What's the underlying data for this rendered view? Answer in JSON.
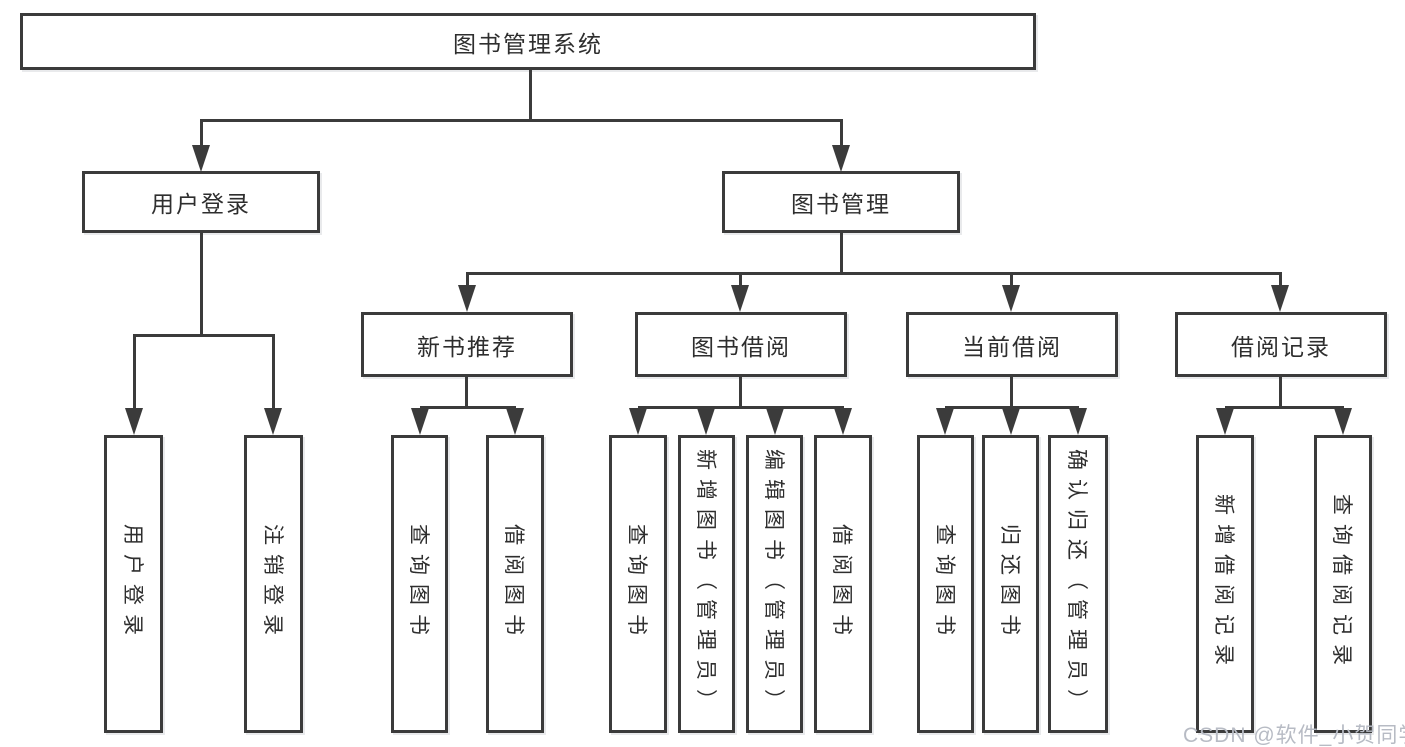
{
  "tree": {
    "root": "图书管理系统",
    "user_login": {
      "label": "用户登录",
      "children": [
        "用户登录",
        "注销登录"
      ]
    },
    "book_mgmt": {
      "label": "图书管理",
      "groups": [
        {
          "label": "新书推荐",
          "children": [
            "查询图书",
            "借阅图书"
          ]
        },
        {
          "label": "图书借阅",
          "children": [
            "查询图书",
            "新增图书（管理员）",
            "编辑图书（管理员）",
            "借阅图书"
          ]
        },
        {
          "label": "当前借阅",
          "children": [
            "查询图书",
            "归还图书",
            "确认归还（管理员）"
          ]
        },
        {
          "label": "借阅记录",
          "children": [
            "新增借阅记录",
            "查询借阅记录"
          ]
        }
      ]
    }
  },
  "watermark": {
    "text": "CSDN @软件_小贺同学"
  },
  "colors": {
    "line": "#3b3b3b",
    "text": "#2e2e2e",
    "background": "#ffffff",
    "watermark": "#b7bbc4"
  }
}
